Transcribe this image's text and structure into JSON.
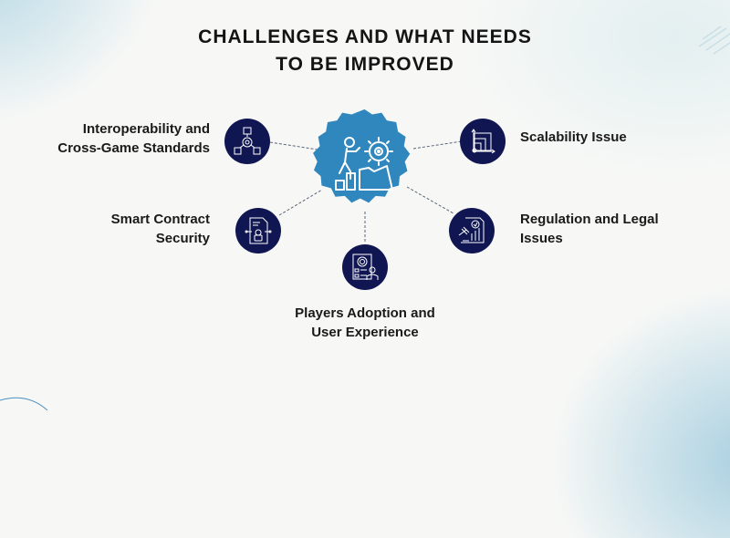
{
  "title": {
    "line1": "CHALLENGES AND WHAT NEEDS",
    "line2": "TO BE IMPROVED"
  },
  "hub": {
    "icon": "person-climbing-steps-gear-icon",
    "color": "#2f87be"
  },
  "nodes": [
    {
      "id": "interoperability",
      "line1": "Interoperability and",
      "line2": "Cross-Game Standards",
      "icon": "network-gear-icon",
      "position": "top-left"
    },
    {
      "id": "scalability",
      "line1": "Scalability Issue",
      "line2": "",
      "icon": "scaling-squares-icon",
      "position": "top-right"
    },
    {
      "id": "smart-contract",
      "line1": "Smart Contract",
      "line2": "Security",
      "icon": "contract-document-lock-icon",
      "position": "middle-left"
    },
    {
      "id": "regulation",
      "line1": "Regulation and Legal",
      "line2": "Issues",
      "icon": "gavel-chart-document-icon",
      "position": "middle-right"
    },
    {
      "id": "players-adoption",
      "line1": "Players Adoption and",
      "line2": "User Experience",
      "icon": "user-checklist-icon",
      "position": "bottom-center"
    }
  ],
  "colors": {
    "node_fill": "#0f1651",
    "hub_fill": "#2f87be",
    "connector": "#5a6478",
    "text": "#1a1a1a"
  }
}
